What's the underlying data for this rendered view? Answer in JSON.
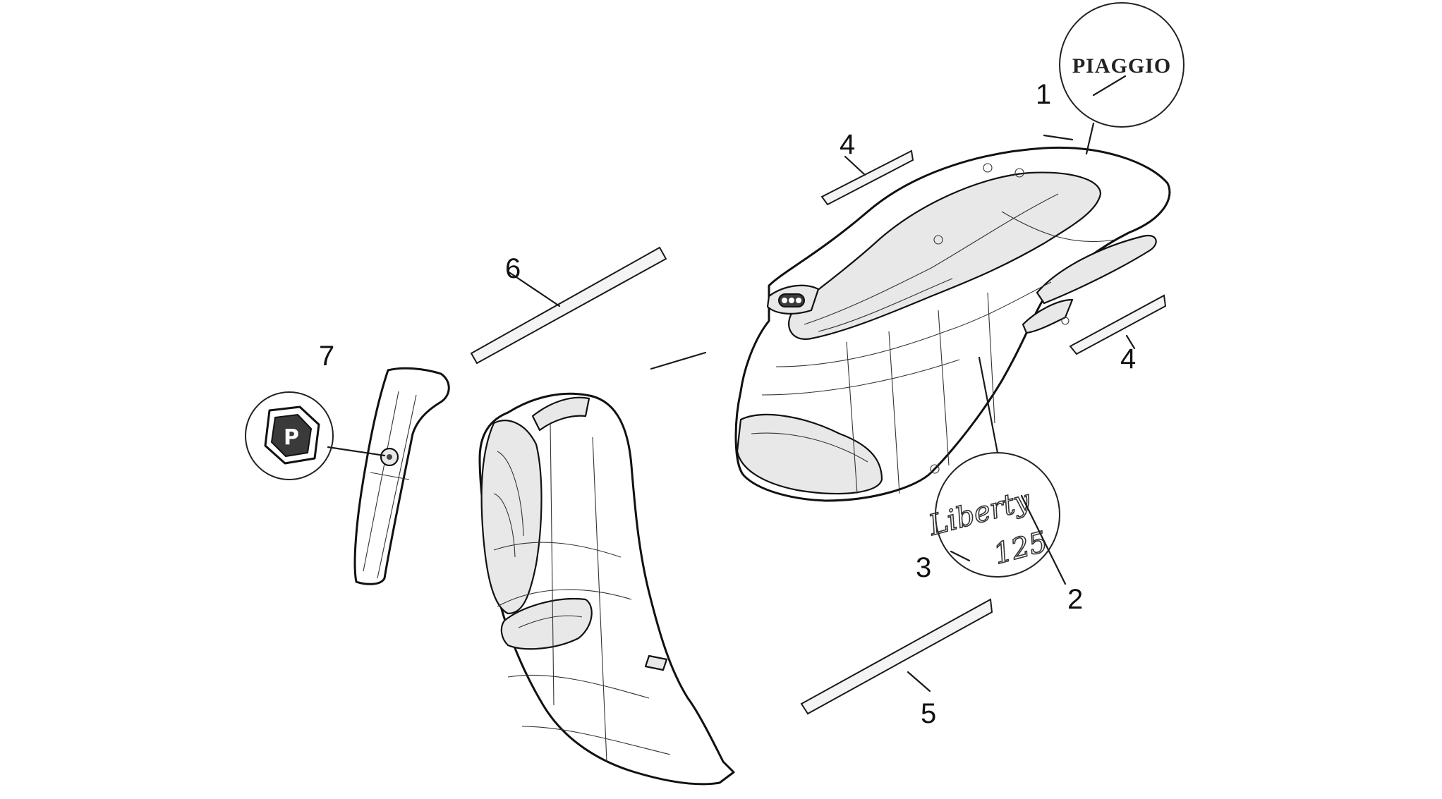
{
  "diagram": {
    "callouts": [
      {
        "id": "1",
        "label": "1"
      },
      {
        "id": "2",
        "label": "2"
      },
      {
        "id": "3",
        "label": "3"
      },
      {
        "id": "4a",
        "label": "4"
      },
      {
        "id": "4b",
        "label": "4"
      },
      {
        "id": "5",
        "label": "5"
      },
      {
        "id": "6",
        "label": "6"
      },
      {
        "id": "7",
        "label": "7"
      }
    ],
    "badges": {
      "piaggio_logo_text": "PIAGGIO",
      "liberty_script": "Liberty",
      "model_number": "125"
    }
  }
}
